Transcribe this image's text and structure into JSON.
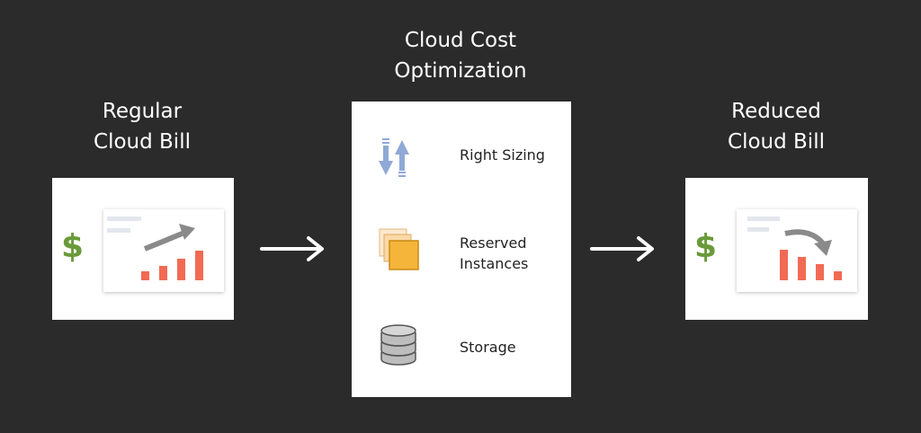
{
  "left": {
    "title_line1": "Regular",
    "title_line2": "Cloud Bill",
    "symbol": "$"
  },
  "center": {
    "title_line1": "Cloud Cost",
    "title_line2": "Optimization",
    "items": [
      {
        "label": "Right Sizing",
        "icon": "resize-arrows-icon"
      },
      {
        "label_line1": "Reserved",
        "label_line2": "Instances",
        "icon": "stacked-instances-icon"
      },
      {
        "label": "Storage",
        "icon": "database-icon"
      }
    ]
  },
  "right": {
    "title_line1": "Reduced",
    "title_line2": "Cloud Bill",
    "symbol": "$"
  },
  "colors": {
    "background": "#2b2b2b",
    "dollar_green": "#6a9a3a",
    "bar_red": "#f26a54",
    "arrow_gray": "#8a8a8a",
    "instance_orange": "#f5b53a",
    "resize_blue": "#8fa9d6"
  }
}
